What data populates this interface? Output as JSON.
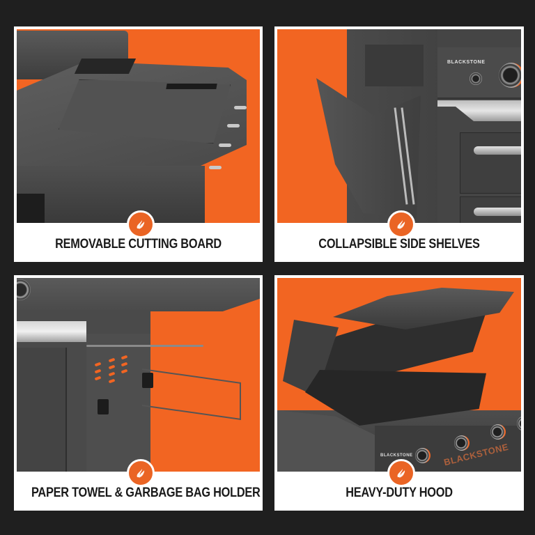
{
  "page": {
    "background_color": "#1f1f1f",
    "accent_color": "#f26522",
    "panel_color": "#ffffff",
    "caption_color": "#1a1a1a"
  },
  "badge": {
    "icon": "flame-icon",
    "color": "#ea6424"
  },
  "features": [
    {
      "id": "cutting-board",
      "caption": "REMOVABLE CUTTING BOARD"
    },
    {
      "id": "side-shelves",
      "caption": "COLLAPSIBLE SIDE SHELVES",
      "brand_label": "BLACKSTONE"
    },
    {
      "id": "towel-holder",
      "caption": "PAPER TOWEL & GARBAGE BAG HOLDER"
    },
    {
      "id": "hood",
      "caption": "HEAVY-DUTY HOOD",
      "brand_label": "BLACKSTONE",
      "brand_label_large": "BLACKSTONE"
    }
  ]
}
